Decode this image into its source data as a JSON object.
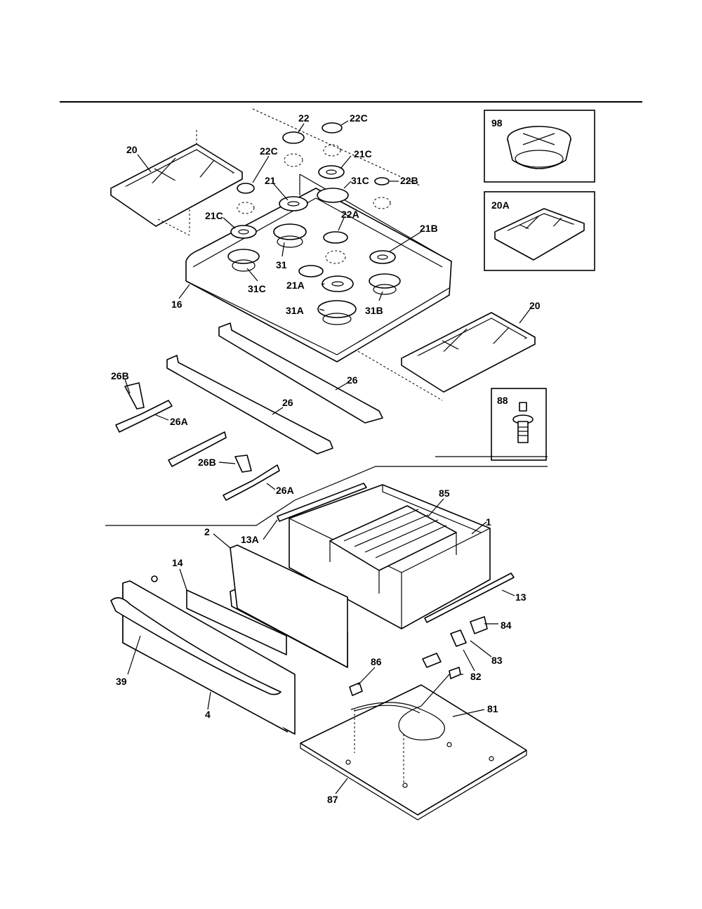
{
  "labels": {
    "top_grate_left": "20",
    "top_grate_right": "20",
    "grate_inset": "20A",
    "inset_98": "98",
    "inset_88": "88",
    "cap_22": "22",
    "cap_22c_top": "22C",
    "cap_22c_left": "22C",
    "cap_22b": "22B",
    "cap_22a": "22A",
    "head_21": "21",
    "head_21c_top": "21C",
    "head_21c_left": "21C",
    "head_21b": "21B",
    "head_21a": "21A",
    "ring_31": "31",
    "ring_31c_top": "31C",
    "ring_31c_left": "31C",
    "ring_31b": "31B",
    "ring_31a": "31A",
    "cooktop_16": "16",
    "rail_26_upper": "26",
    "rail_26_lower": "26",
    "bracket_26b_upper": "26B",
    "bracket_26b_lower": "26B",
    "bracket_26a_upper": "26A",
    "bracket_26a_lower": "26A",
    "drawer_1": "1",
    "rack_85": "85",
    "slide_13a": "13A",
    "slide_13": "13",
    "panel_2": "2",
    "gasket_14": "14",
    "handle_39": "39",
    "door_4": "4",
    "clip_84": "84",
    "clip_83": "83",
    "clip_82": "82",
    "clip_86": "86",
    "element_81": "81",
    "pan_87": "87"
  }
}
